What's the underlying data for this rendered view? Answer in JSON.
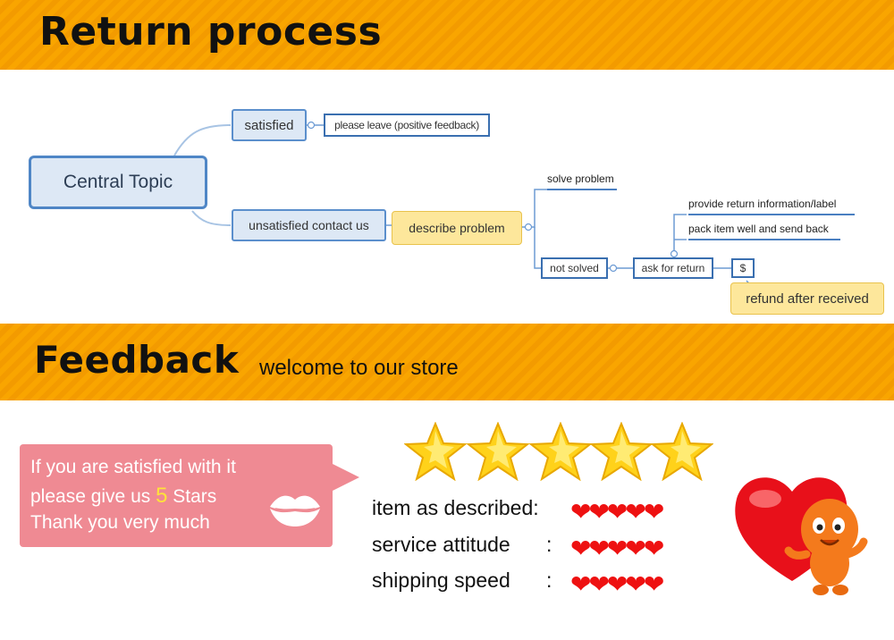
{
  "header": {
    "title": "Return process"
  },
  "mindmap": {
    "central": "Central Topic",
    "satisfied": "satisfied",
    "leave_feedback": "please leave (positive feedback)",
    "unsatisfied": "unsatisfied contact us",
    "describe_problem": "describe problem",
    "solve_problem": "solve problem",
    "not_solved": "not solved",
    "ask_for_return": "ask for return",
    "provide_info": "provide return  information/label",
    "pack_item": "pack item well  and send  back",
    "dollar": "$",
    "refund": "refund after received"
  },
  "feedback": {
    "title": "Feedback",
    "subtitle": "welcome to our  store",
    "message_line1": "If you are satisfied with it",
    "message_line2_prefix": "please give us ",
    "message_five": "5",
    "message_line2_suffix": " Stars",
    "message_line3": "Thank you very much",
    "ratings": [
      {
        "label": "item as described:",
        "hearts": "❤❤❤❤❤"
      },
      {
        "label": "service attitude",
        "colon": ":",
        "hearts": "❤❤❤❤❤"
      },
      {
        "label": "shipping speed",
        "colon": ":",
        "hearts": "❤❤❤❤❤"
      }
    ],
    "star_count": 5
  },
  "colors": {
    "banner": "#f9a500",
    "node_border": "#5b8fcc",
    "node_fill": "#dde8f5",
    "highlight_fill": "#fde79b",
    "pink": "#ef8a93",
    "heart": "#ee1111",
    "star": "#ffd21a"
  }
}
